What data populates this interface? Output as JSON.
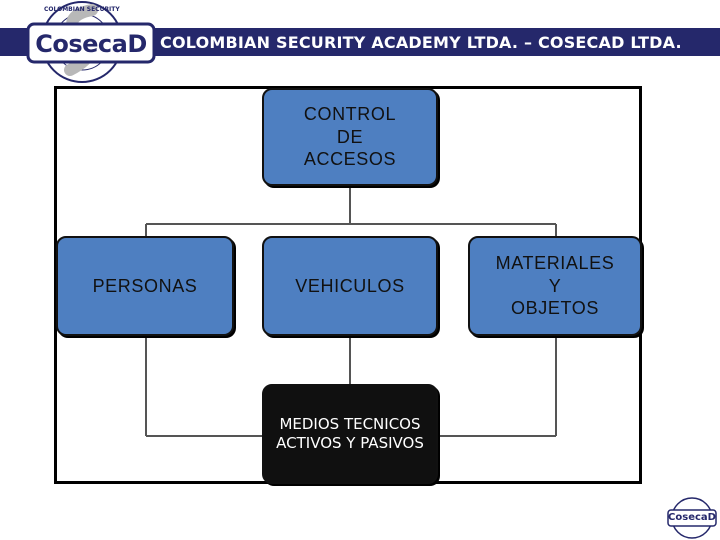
{
  "header": {
    "title": "COLOMBIAN SECURITY ACADEMY LTDA. – COSECAD LTDA.",
    "bar_color": "#25286b"
  },
  "logo": {
    "wordmark": "CosecaD",
    "ring_text": "COLOMBIAN SECURITY ACADEMY LTDA"
  },
  "diagram": {
    "root": {
      "label": "CONTROL\nDE\nACCESOS"
    },
    "children": [
      {
        "label": "PERSONAS"
      },
      {
        "label": "VEHICULOS"
      },
      {
        "label": "MATERIALES\nY\nOBJETOS"
      }
    ],
    "bottom": {
      "label": "MEDIOS TECNICOS\nACTIVOS Y PASIVOS"
    },
    "colors": {
      "node_fill": "#4e7fc1",
      "dark_fill": "#101010"
    }
  },
  "footer_logo": {
    "wordmark": "CosecaD"
  }
}
